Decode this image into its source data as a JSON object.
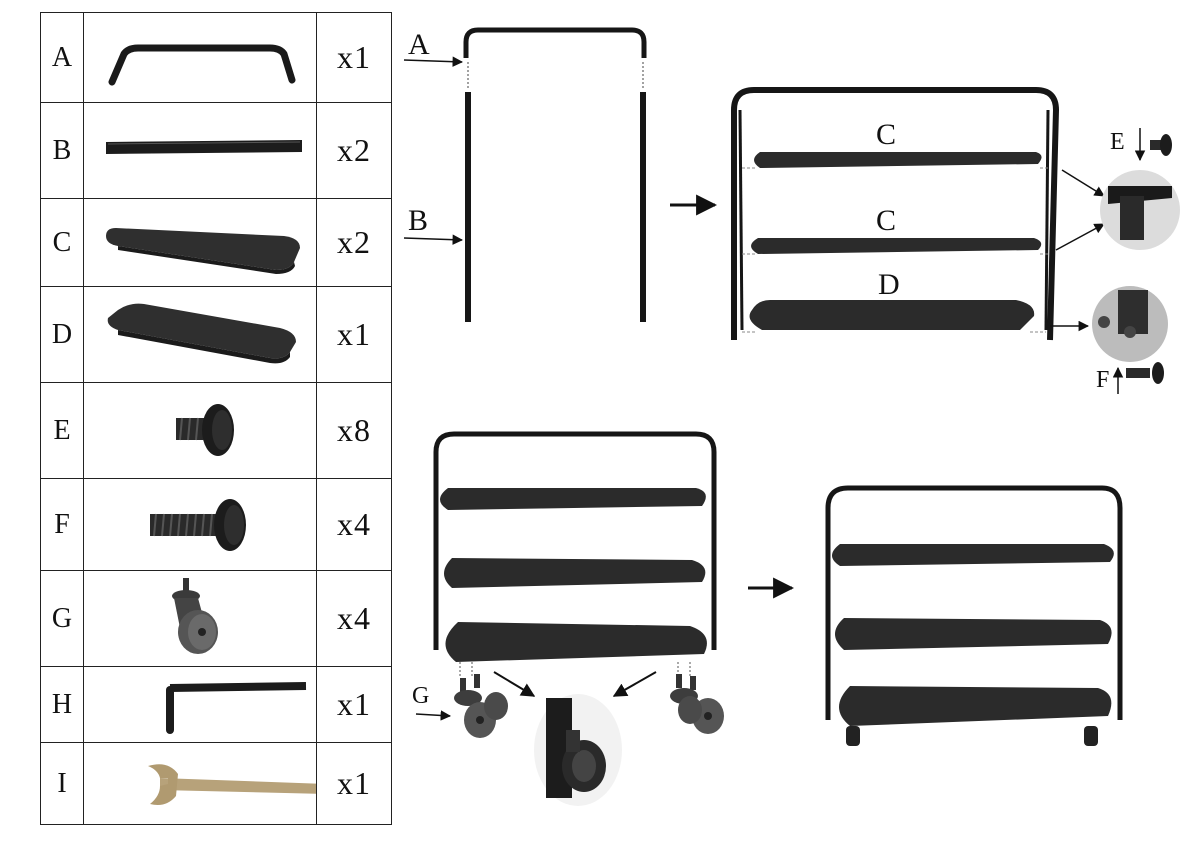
{
  "parts": [
    {
      "letter": "A",
      "qty": "x1",
      "icon": "top-frame-bar"
    },
    {
      "letter": "B",
      "qty": "x2",
      "icon": "side-tube"
    },
    {
      "letter": "C",
      "qty": "x2",
      "icon": "shelf-panel"
    },
    {
      "letter": "D",
      "qty": "x1",
      "icon": "bottom-shelf-panel"
    },
    {
      "letter": "E",
      "qty": "x8",
      "icon": "short-bolt"
    },
    {
      "letter": "F",
      "qty": "x4",
      "icon": "long-bolt"
    },
    {
      "letter": "G",
      "qty": "x4",
      "icon": "caster-wheel"
    },
    {
      "letter": "H",
      "qty": "x1",
      "icon": "allen-key"
    },
    {
      "letter": "I",
      "qty": "x1",
      "icon": "open-wrench"
    }
  ],
  "steps": {
    "step1": {
      "label_a": "A",
      "label_b": "B"
    },
    "step2": {
      "label_c1": "C",
      "label_c2": "C",
      "label_d": "D",
      "label_e": "E",
      "label_f": "F"
    },
    "step3": {
      "label_g": "G"
    }
  },
  "colors": {
    "metal": "#2b2b2b",
    "frame": "#161616",
    "zinc": "#b7a27a",
    "detail_bg": "#bfbfbf"
  }
}
